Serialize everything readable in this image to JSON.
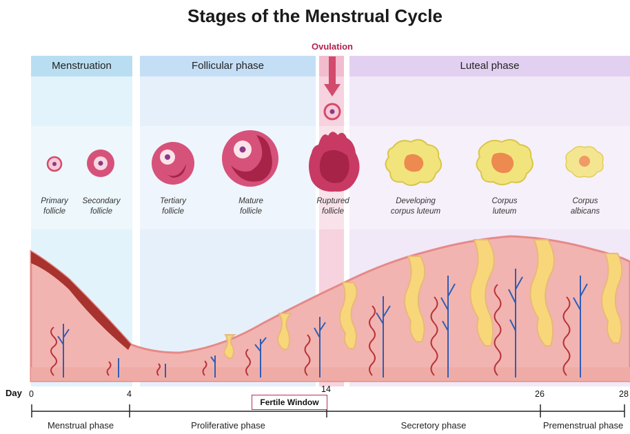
{
  "title": "Stages of the Menstrual Cycle",
  "phases": [
    {
      "label": "Menstruation",
      "color": "#bfe0f2"
    },
    {
      "label": "Follicular phase",
      "color": "#c9e2f7"
    },
    {
      "label": "Luteal phase",
      "color": "#e6d6f2"
    }
  ],
  "ovulation": {
    "label": "Ovulation",
    "color": "#b3214d"
  },
  "stages": [
    {
      "line1": "Primary",
      "line2": "follicle"
    },
    {
      "line1": "Secondary",
      "line2": "follicle"
    },
    {
      "line1": "Tertiary",
      "line2": "follicle"
    },
    {
      "line1": "Mature",
      "line2": "follicle"
    },
    {
      "line1": "Ruptured",
      "line2": "follicle"
    },
    {
      "line1": "Developing",
      "line2": "corpus luteum"
    },
    {
      "line1": "Corpus",
      "line2": "luteum"
    },
    {
      "line1": "Corpus",
      "line2": "albicans"
    }
  ],
  "timeline": {
    "day_label": "Day",
    "ticks": [
      "0",
      "4",
      "14",
      "26",
      "28"
    ],
    "fertile_window": "Fertile Window",
    "cycle_phases": [
      "Menstrual phase",
      "Proliferative phase",
      "Secretory phase",
      "Premenstrual phase"
    ]
  },
  "colors": {
    "endometrium": "#f2b4b0",
    "endometrium_dark": "#e58a87",
    "shed_lining": "#a8322d",
    "gland_yellow": "#f7d77a",
    "artery": "#b8323a",
    "vein": "#2f5db5",
    "follicle": "#d6527a",
    "corpus_luteum": "#f0e070"
  }
}
